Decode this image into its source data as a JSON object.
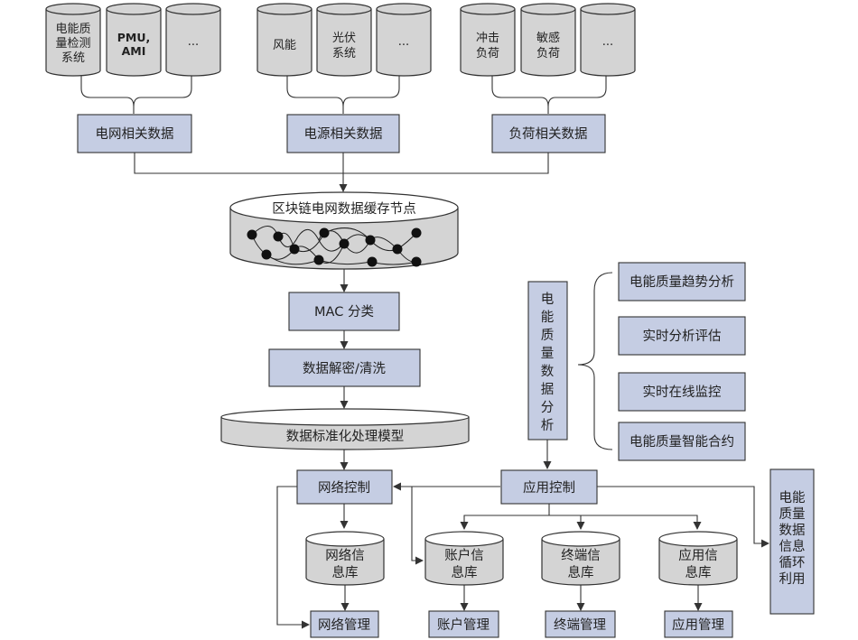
{
  "colors": {
    "box_fill": "#c5cde3",
    "drum_fill": "#d4d4d4",
    "stroke": "#333333"
  },
  "sources": {
    "grid": [
      "电能质量检测系统",
      "PMU, AMI",
      "···"
    ],
    "power": [
      "风能",
      "光伏系统",
      "···"
    ],
    "load": [
      "冲击负荷",
      "敏感负荷",
      "···"
    ]
  },
  "categories": {
    "grid": "电网相关数据",
    "power": "电源相关数据",
    "load": "负荷相关数据"
  },
  "cache_node": "区块链电网数据缓存节点",
  "mac": "MAC 分类",
  "decrypt": "数据解密/清洗",
  "model": "数据标准化处理模型",
  "analysis_vertical": "电能质量数据分析",
  "analysis_items": [
    "电能质量趋势分析",
    "实时分析评估",
    "实时在线监控",
    "电能质量智能合约"
  ],
  "network_control": "网络控制",
  "app_control": "应用控制",
  "recycle": "电能质量数据信息循环利用",
  "databases": [
    "网络信息库",
    "账户信息库",
    "终端信息库",
    "应用信息库"
  ],
  "managements": [
    "网络管理",
    "账户管理",
    "终端管理",
    "应用管理"
  ]
}
